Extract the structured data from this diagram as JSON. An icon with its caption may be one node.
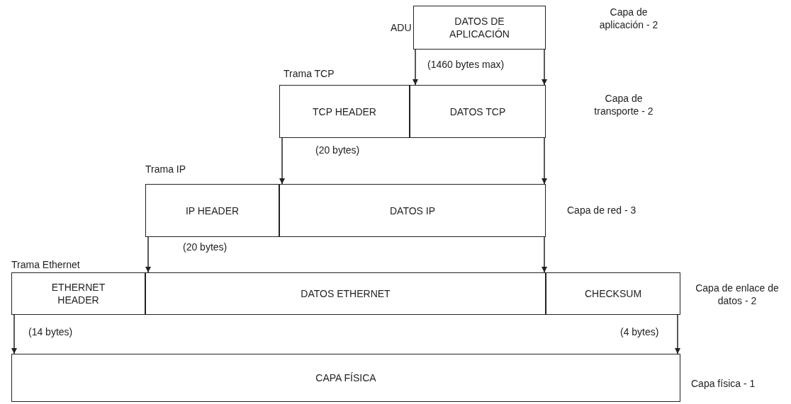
{
  "diagram": {
    "nodes": [
      {
        "text": [
          "DATOS DE APLICACIÓN"
        ],
        "beside": [
          "(1460 bytes max)"
        ]
      },
      {
        "text": [
          "TCP HEADER"
        ],
        "beside": [
          "(20 bytes)"
        ]
      },
      {
        "text": [
          "DATOS TCP"
        ]
      },
      {
        "text": [
          "IP HEADER"
        ],
        "beside": [
          "(20 bytes)"
        ]
      },
      {
        "text": [
          "DATOS IP"
        ]
      },
      {
        "text": [
          "ETHERNET HEADER"
        ],
        "beside": [
          "(14 bytes)"
        ]
      },
      {
        "text": [
          "DATOS ETHERNET"
        ]
      },
      {
        "text": [
          "CHECKSUM"
        ],
        "beside": [
          "(4 bytes)"
        ]
      },
      {
        "text": [
          "CAPA FÍSICA"
        ]
      }
    ],
    "edges": [
      {
        "from": 0,
        "to": 2,
        "arrow": "to"
      },
      {
        "from": 0,
        "to": 2,
        "arrow": "to"
      },
      {
        "from": 1,
        "to": 4,
        "arrow": "to"
      },
      {
        "from": 2,
        "to": 4,
        "arrow": "to"
      },
      {
        "from": 3,
        "to": 6,
        "arrow": "to"
      },
      {
        "from": 4,
        "to": 6,
        "arrow": "to"
      },
      {
        "from": 5,
        "to": 8,
        "arrow": "to"
      },
      {
        "from": 7,
        "to": 8,
        "arrow": "to"
      }
    ],
    "labels": [
      "ADU",
      "Capa de aplicación - 2",
      "Trama TCP",
      "Capa de transporte - 2",
      "Trama IP",
      "Capa de red - 3",
      "Trama Ethernet",
      "Capa de enlace de datos - 2",
      "Capa física - 1"
    ]
  }
}
